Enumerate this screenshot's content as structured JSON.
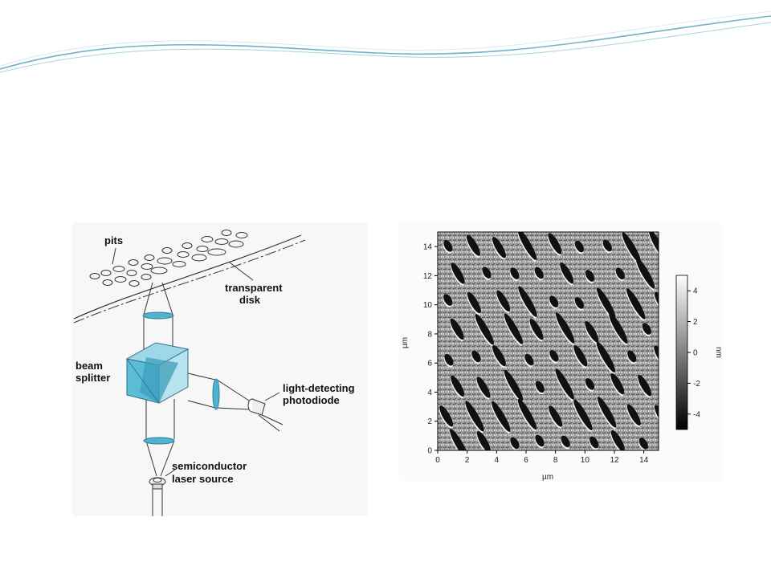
{
  "diagram": {
    "labels": {
      "pits": "pits",
      "transparent_disk_1": "transparent",
      "transparent_disk_2": "disk",
      "beam_splitter_1": "beam",
      "beam_splitter_2": "splitter",
      "photodiode_1": "light-detecting",
      "photodiode_2": "photodiode",
      "laser_1": "semiconductor",
      "laser_2": "laser source"
    },
    "colors": {
      "cube": "#5bbcd6",
      "cube_dark": "#3c9fbb",
      "lens": "#4fb3d1"
    }
  },
  "afm_image": {
    "x_axis_label": "µm",
    "y_axis_label": "µm",
    "x_ticks": [
      "0",
      "2",
      "4",
      "6",
      "8",
      "10",
      "12",
      "14"
    ],
    "y_ticks": [
      "0",
      "2",
      "4",
      "6",
      "8",
      "10",
      "12",
      "14"
    ],
    "colorbar_label": "nm",
    "colorbar_ticks": [
      "4",
      "2",
      "0",
      "-2",
      "-4"
    ]
  }
}
